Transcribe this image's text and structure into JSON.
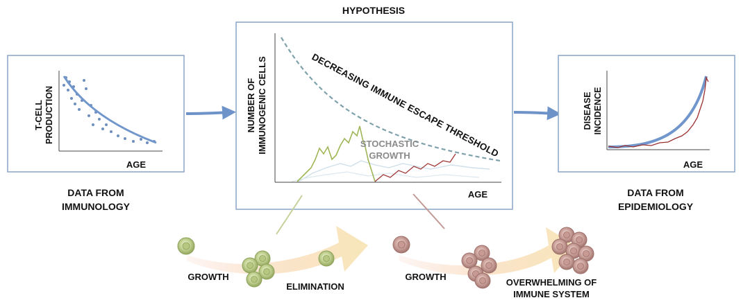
{
  "colors": {
    "panel_border": "#8aa4c6",
    "arrow_blue": "#6d93c9",
    "trend_blue": "#7196cc",
    "green_cell": "#a5b771",
    "red_cell": "#b98b86",
    "threshold_dash": "#7ea1ab",
    "text": "#111111"
  },
  "hypothesis": {
    "title": "HYPOTHESIS",
    "ylabel_line1": "NUMBER OF",
    "ylabel_line2": "IMMUNOGENIC CELLS",
    "xlabel": "AGE",
    "threshold_label": "DECREASING IMMUNE ESCAPE THRESHOLD",
    "stochastic_line1": "STOCHASTIC",
    "stochastic_line2": "GROWTH"
  },
  "immunology": {
    "ylabel_line1": "T-CELL",
    "ylabel_line2": "PRODUCTION",
    "xlabel": "AGE",
    "caption_line1": "DATA FROM",
    "caption_line2": "IMMUNOLOGY"
  },
  "epidemiology": {
    "ylabel_line1": "DISEASE",
    "ylabel_line2": "INCIDENCE",
    "xlabel": "AGE",
    "caption_line1": "DATA FROM",
    "caption_line2": "EPIDEMIOLOGY"
  },
  "bottom": {
    "green_growth": "GROWTH",
    "elimination": "ELIMINATION",
    "red_growth": "GROWTH",
    "overwhelm_line1": "OVERWHELMING OF",
    "overwhelm_line2": "IMMUNE SYSTEM"
  }
}
